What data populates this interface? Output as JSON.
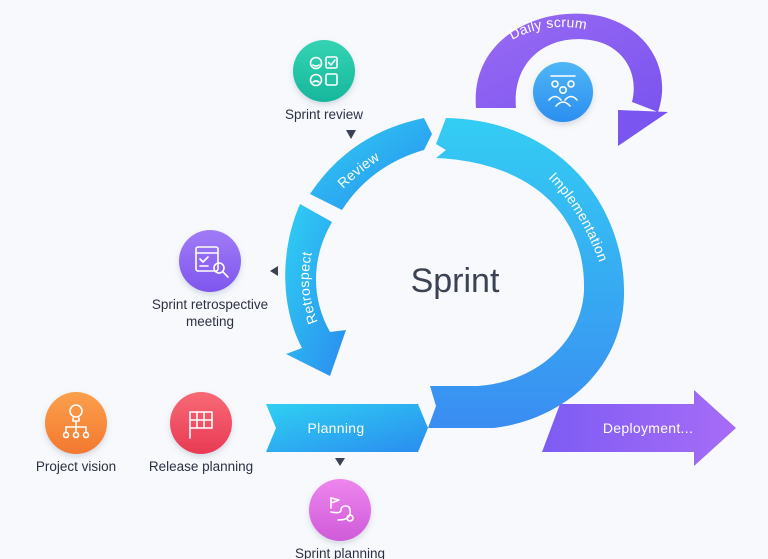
{
  "center_title": "Sprint",
  "bands": {
    "implementation": "Implementation",
    "review": "Review",
    "retrospect": "Retrospect",
    "planning": "Planning",
    "deployment": "Deployment...",
    "daily_scrum": "Daily scrum"
  },
  "nodes": {
    "sprint_review": "Sprint review",
    "sprint_retrospective_line1": "Sprint retrospective",
    "sprint_retrospective_line2": "meeting",
    "project_vision": "Project vision",
    "release_planning": "Release planning",
    "sprint_planning": "Sprint planning"
  },
  "icons": {
    "daily_scrum": "team-icon",
    "sprint_review": "feedback-checklist-icon",
    "sprint_retrospective": "search-document-icon",
    "project_vision": "lightbulb-hierarchy-icon",
    "release_planning": "checkered-flag-icon",
    "sprint_planning": "route-map-icon"
  },
  "colors": {
    "cycle_light": "#2cc8f0",
    "cycle_dark": "#2a8ff0",
    "purple": "#8b5cf6",
    "teal": "#22c7a9",
    "orange": "#f7893b",
    "red": "#f0475c",
    "pink": "#e06ae6"
  }
}
